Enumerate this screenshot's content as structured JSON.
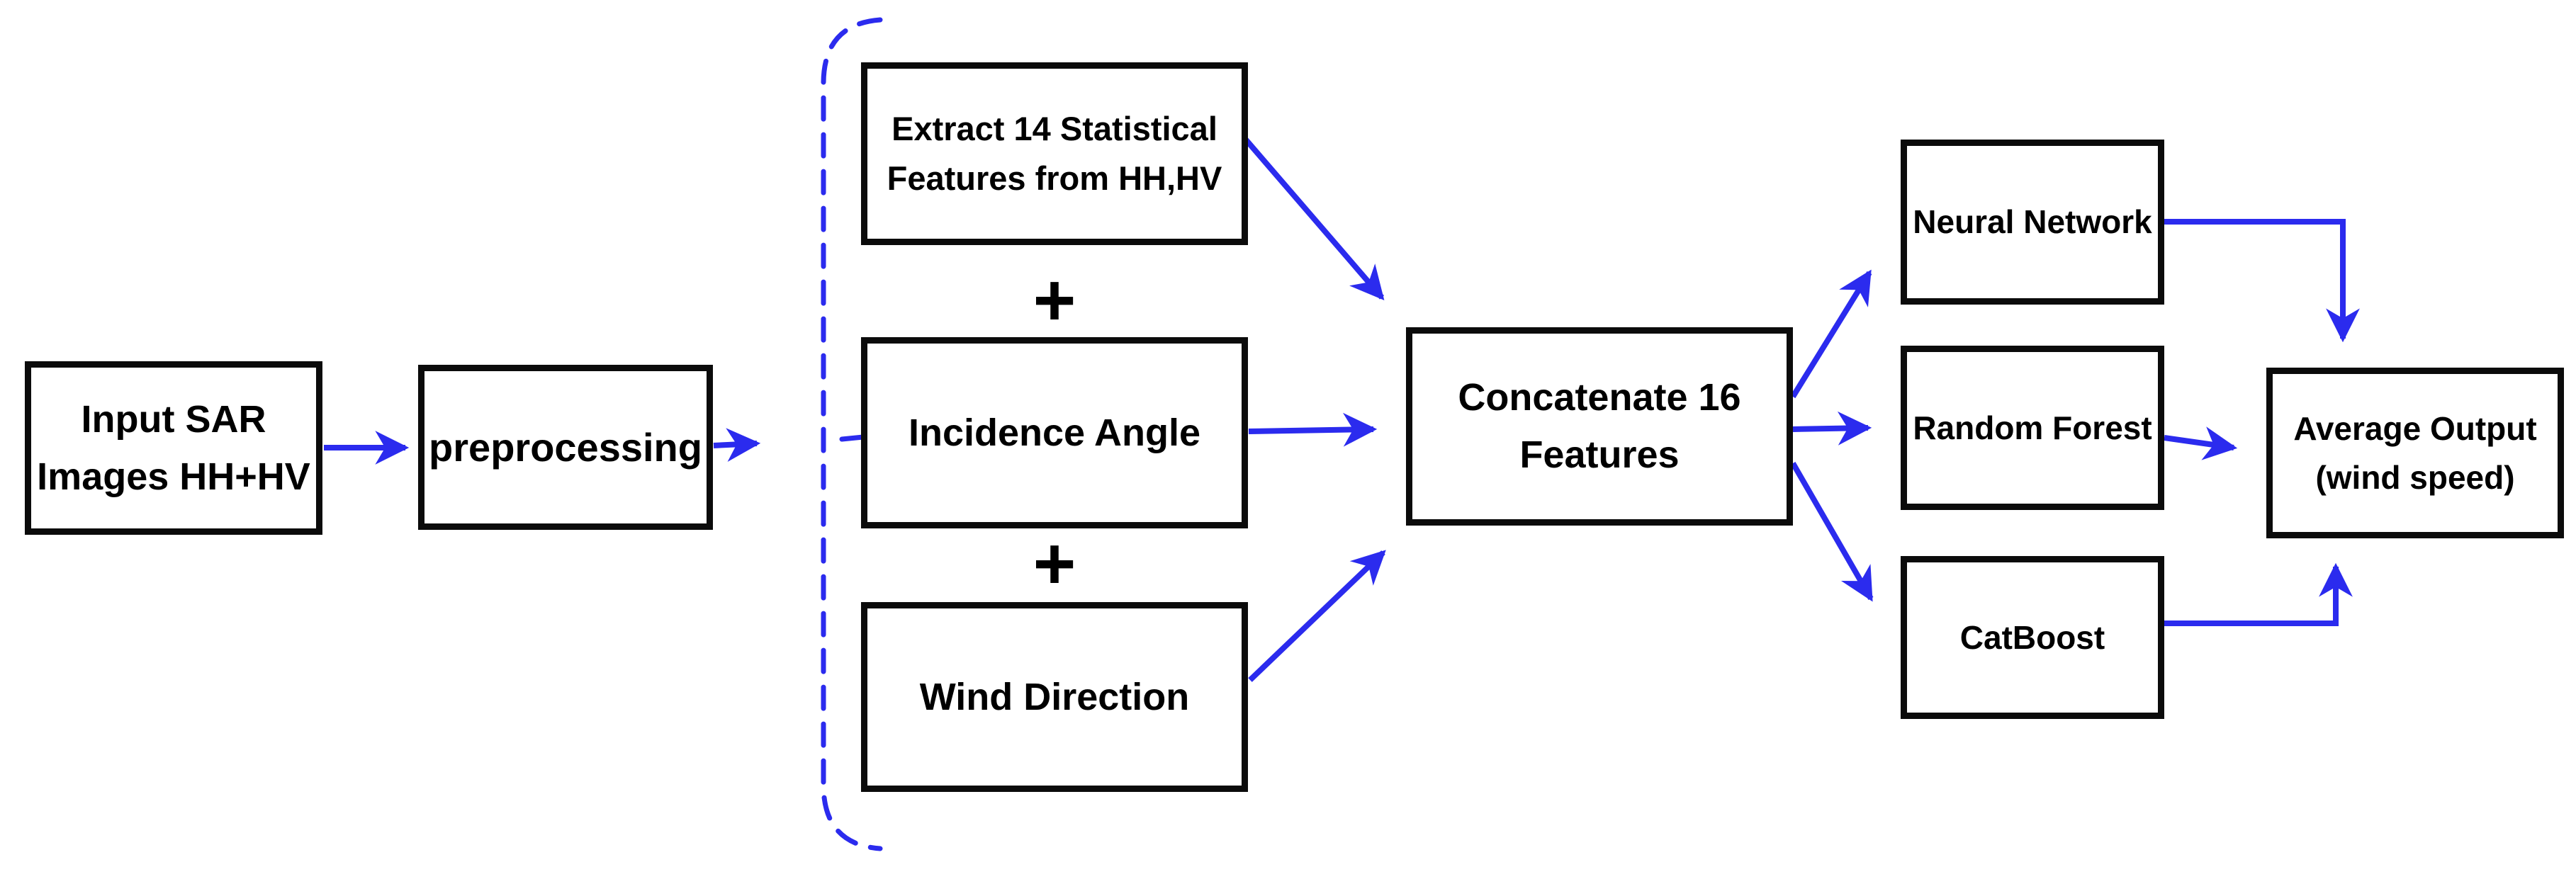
{
  "colors": {
    "arrow": "#2b2bee",
    "border": "#0b0b0b",
    "text": "#000000",
    "background": "#ffffff"
  },
  "nodes": {
    "input": {
      "label": "Input SAR\nImages HH+HV"
    },
    "preprocessing": {
      "label": "preprocessing"
    },
    "extract": {
      "label": "Extract 14 Statistical\nFeatures from HH,HV"
    },
    "incidence": {
      "label": "Incidence Angle"
    },
    "wind": {
      "label": "Wind Direction"
    },
    "concatenate": {
      "label": "Concatenate 16\nFeatures"
    },
    "neural_network": {
      "label": "Neural Network"
    },
    "random_forest": {
      "label": "Random Forest"
    },
    "catboost": {
      "label": "CatBoost"
    },
    "average_output": {
      "label": "Average Output\n(wind speed)"
    }
  },
  "operators": {
    "plus": "+"
  },
  "edges": [
    {
      "from": "input",
      "to": "preprocessing"
    },
    {
      "from": "preprocessing",
      "to": "feature_group"
    },
    {
      "from": "extract",
      "to": "concatenate"
    },
    {
      "from": "incidence",
      "to": "concatenate"
    },
    {
      "from": "wind",
      "to": "concatenate"
    },
    {
      "from": "concatenate",
      "to": "neural_network"
    },
    {
      "from": "concatenate",
      "to": "random_forest"
    },
    {
      "from": "concatenate",
      "to": "catboost"
    },
    {
      "from": "neural_network",
      "to": "average_output"
    },
    {
      "from": "random_forest",
      "to": "average_output"
    },
    {
      "from": "catboost",
      "to": "average_output"
    }
  ]
}
